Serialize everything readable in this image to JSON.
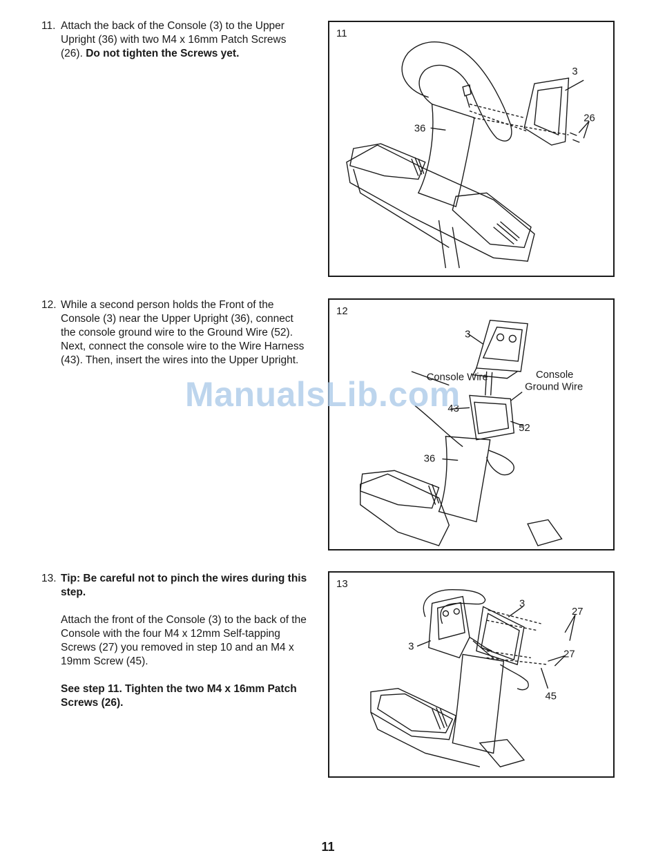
{
  "steps": [
    {
      "number": "11.",
      "text_plain": "Attach the back of the Console (3) to the Upper Upright (36) with two M4 x 16mm Patch Screws (26).",
      "text_bold": "Do not tighten the Screws yet."
    },
    {
      "number": "12.",
      "text_plain": "While a second person holds the Front of the Console (3) near the Upper Upright (36), connect the console ground wire to the Ground Wire (52). Next, connect the console wire to the Wire Harness (43). Then, insert the wires into the Upper Upright."
    },
    {
      "number": "13.",
      "tip": "Tip: Be careful not to pinch the wires during this step.",
      "text_plain": "Attach the front of the Console (3) to the back of the Console with the four M4 x 12mm Self-tapping Screws (27) you removed in step 10 and an M4 x 19mm Screw (45).",
      "text_bold": "See step 11. Tighten the two M4 x 16mm Patch Screws (26)."
    }
  ],
  "figures": [
    {
      "label": "11",
      "callouts": {
        "console": "3",
        "upright": "36",
        "screws": "26"
      }
    },
    {
      "label": "12",
      "callouts": {
        "console": "3",
        "console_wire": "Console Wire",
        "ground_a": "Console",
        "ground_b": "Ground Wire",
        "harness": "43",
        "ground_wire": "52",
        "upright": "36"
      }
    },
    {
      "label": "13",
      "callouts": {
        "console_back": "3",
        "console_front": "3",
        "screws_top": "27",
        "screws_bottom": "27",
        "screw_45": "45"
      }
    }
  ],
  "page_number": "11",
  "watermark": "ManualsLib.com"
}
